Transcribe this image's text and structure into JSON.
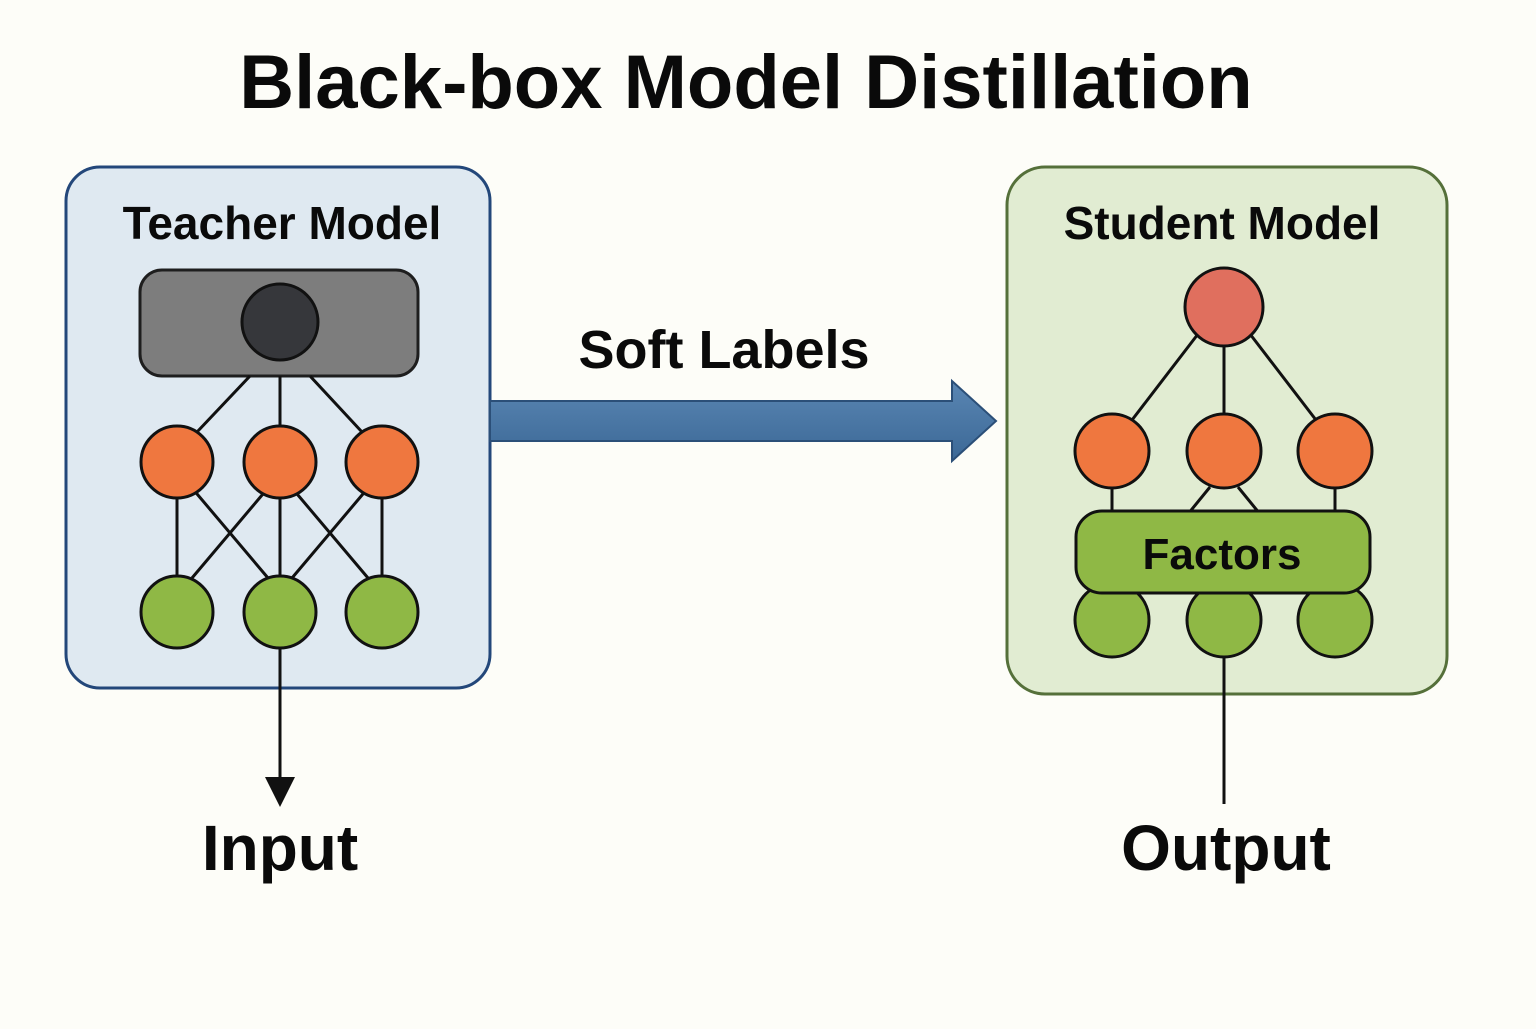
{
  "title": "Black-box Model Distillation",
  "teacher": {
    "label": "Teacher Model"
  },
  "student": {
    "label": "Student Model",
    "factors_label": "Factors"
  },
  "arrow": {
    "label": "Soft Labels"
  },
  "input_label": "Input",
  "output_label": "Output",
  "colors": {
    "background": "#fdfdf8",
    "teacher_panel_fill": "#dfe9f1",
    "teacher_panel_stroke": "#23477a",
    "student_panel_fill": "#e1ecd2",
    "student_panel_stroke": "#55703a",
    "orange_node": "#ef773f",
    "green_node": "#8fb845",
    "red_node": "#e06f5e",
    "blackbox_fill": "#7d7d7d",
    "blackbox_core": "#36373b",
    "arrow_fill": "#44709e",
    "arrow_stroke": "#2b4f78"
  }
}
